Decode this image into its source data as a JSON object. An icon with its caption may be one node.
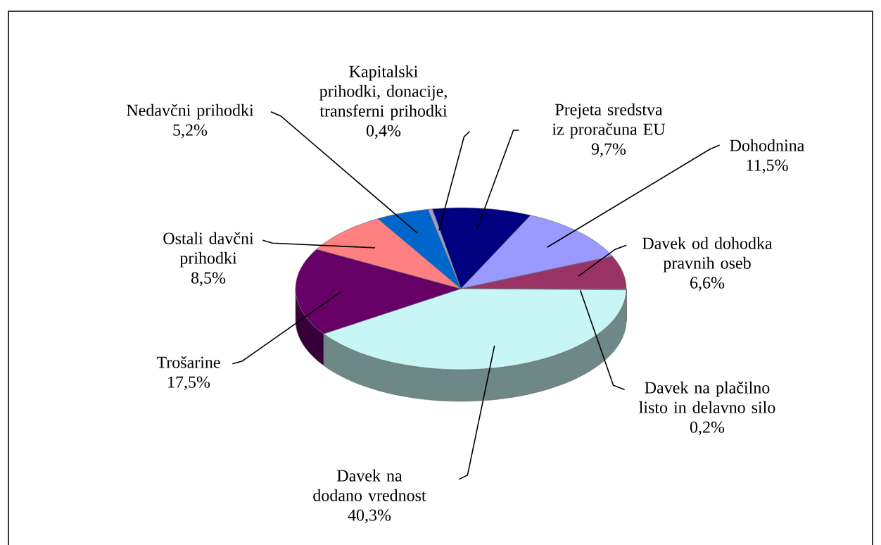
{
  "diagram": {
    "nodes": [
      {
        "text": [
          "Prejeta sredstva iz proračuna EU",
          "9,7%"
        ]
      },
      {
        "text": [
          "Dohodnina",
          "11,5%"
        ]
      },
      {
        "text": [
          "Davek od dohodka pravnih oseb",
          "6,6%"
        ]
      },
      {
        "text": [
          "Davek na plačilno listo in delavno silo",
          "0,2%"
        ]
      },
      {
        "text": [
          "Davek na dodano vrednost",
          "40,3%"
        ]
      },
      {
        "text": [
          "Trošarine",
          "17,5%"
        ]
      },
      {
        "text": [
          "Ostali davčni prihodki",
          "8,5%"
        ]
      },
      {
        "text": [
          "Nedavčni prihodki",
          "5,2%"
        ]
      },
      {
        "text": [
          "Kapitalski prihodki, donacije, transferni prihodki",
          "0,4%"
        ]
      },
      {
        "text": [],
        "shape": "wedge"
      },
      {
        "text": [],
        "shape": "wedge"
      },
      {
        "text": [],
        "shape": "wedge"
      },
      {
        "text": [],
        "shape": "wedge"
      },
      {
        "text": [],
        "shape": "wedge"
      },
      {
        "text": [],
        "shape": "wedge"
      },
      {
        "text": [],
        "shape": "wedge"
      },
      {
        "text": [],
        "shape": "wedge"
      },
      {
        "text": [],
        "shape": "wedge"
      }
    ],
    "edges": [
      {
        "from": 0,
        "to": 9,
        "arrow": "none"
      },
      {
        "from": 1,
        "to": 10,
        "arrow": "none"
      },
      {
        "from": 2,
        "to": 11,
        "arrow": "none"
      },
      {
        "from": 3,
        "to": 12,
        "arrow": "none"
      },
      {
        "from": 4,
        "to": 13,
        "arrow": "none"
      },
      {
        "from": 5,
        "to": 14,
        "arrow": "none"
      },
      {
        "from": 6,
        "to": 15,
        "arrow": "none"
      },
      {
        "from": 7,
        "to": 16,
        "arrow": "none"
      },
      {
        "from": 8,
        "to": 17,
        "arrow": "none"
      }
    ]
  }
}
